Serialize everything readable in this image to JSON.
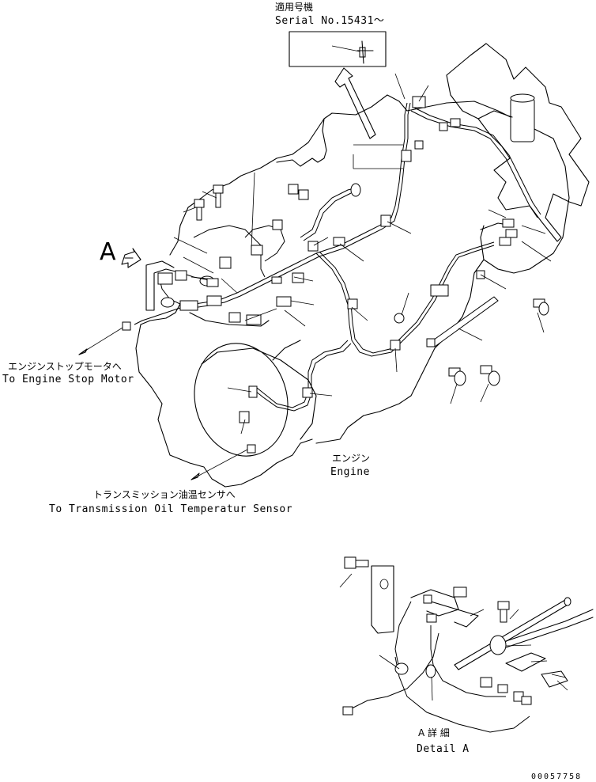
{
  "labels": {
    "serial_jp": "適用号機",
    "serial_en": "Serial No.15431～",
    "stop_motor_jp": "エンジンストップモータへ",
    "stop_motor_en": "To Engine Stop Motor",
    "trans_sensor_jp": "トランスミッション油温センサへ",
    "trans_sensor_en": "To Transmission Oil Temperatur Sensor",
    "engine_jp": "エンジン",
    "engine_en": "Engine",
    "view_marker": "A",
    "detail_jp": "A 詳 細",
    "detail_en": "Detail A",
    "drawing_no": "00057758"
  }
}
